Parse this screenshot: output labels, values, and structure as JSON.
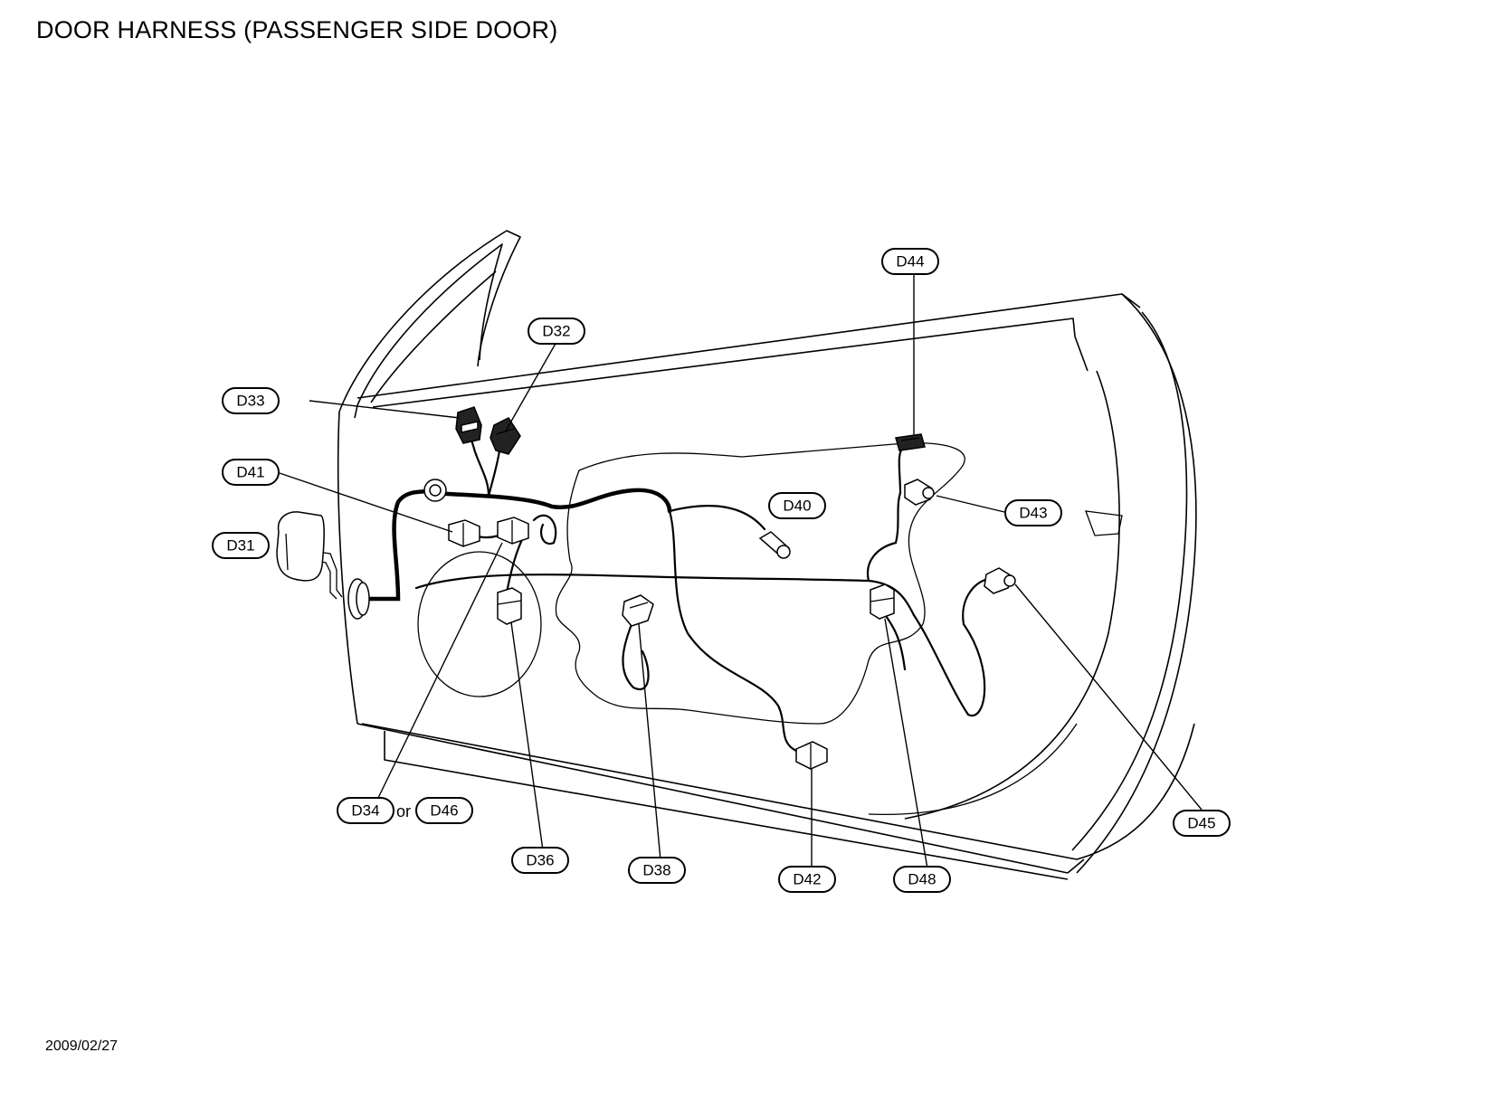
{
  "title": "DOOR HARNESS (PASSENGER SIDE DOOR)",
  "date": "2009/02/27",
  "callouts": {
    "d31": "D31",
    "d32": "D32",
    "d33": "D33",
    "d34": "D34",
    "or": "or",
    "d46": "D46",
    "d36": "D36",
    "d38": "D38",
    "d40": "D40",
    "d41": "D41",
    "d42": "D42",
    "d43": "D43",
    "d44": "D44",
    "d45": "D45",
    "d48": "D48"
  }
}
